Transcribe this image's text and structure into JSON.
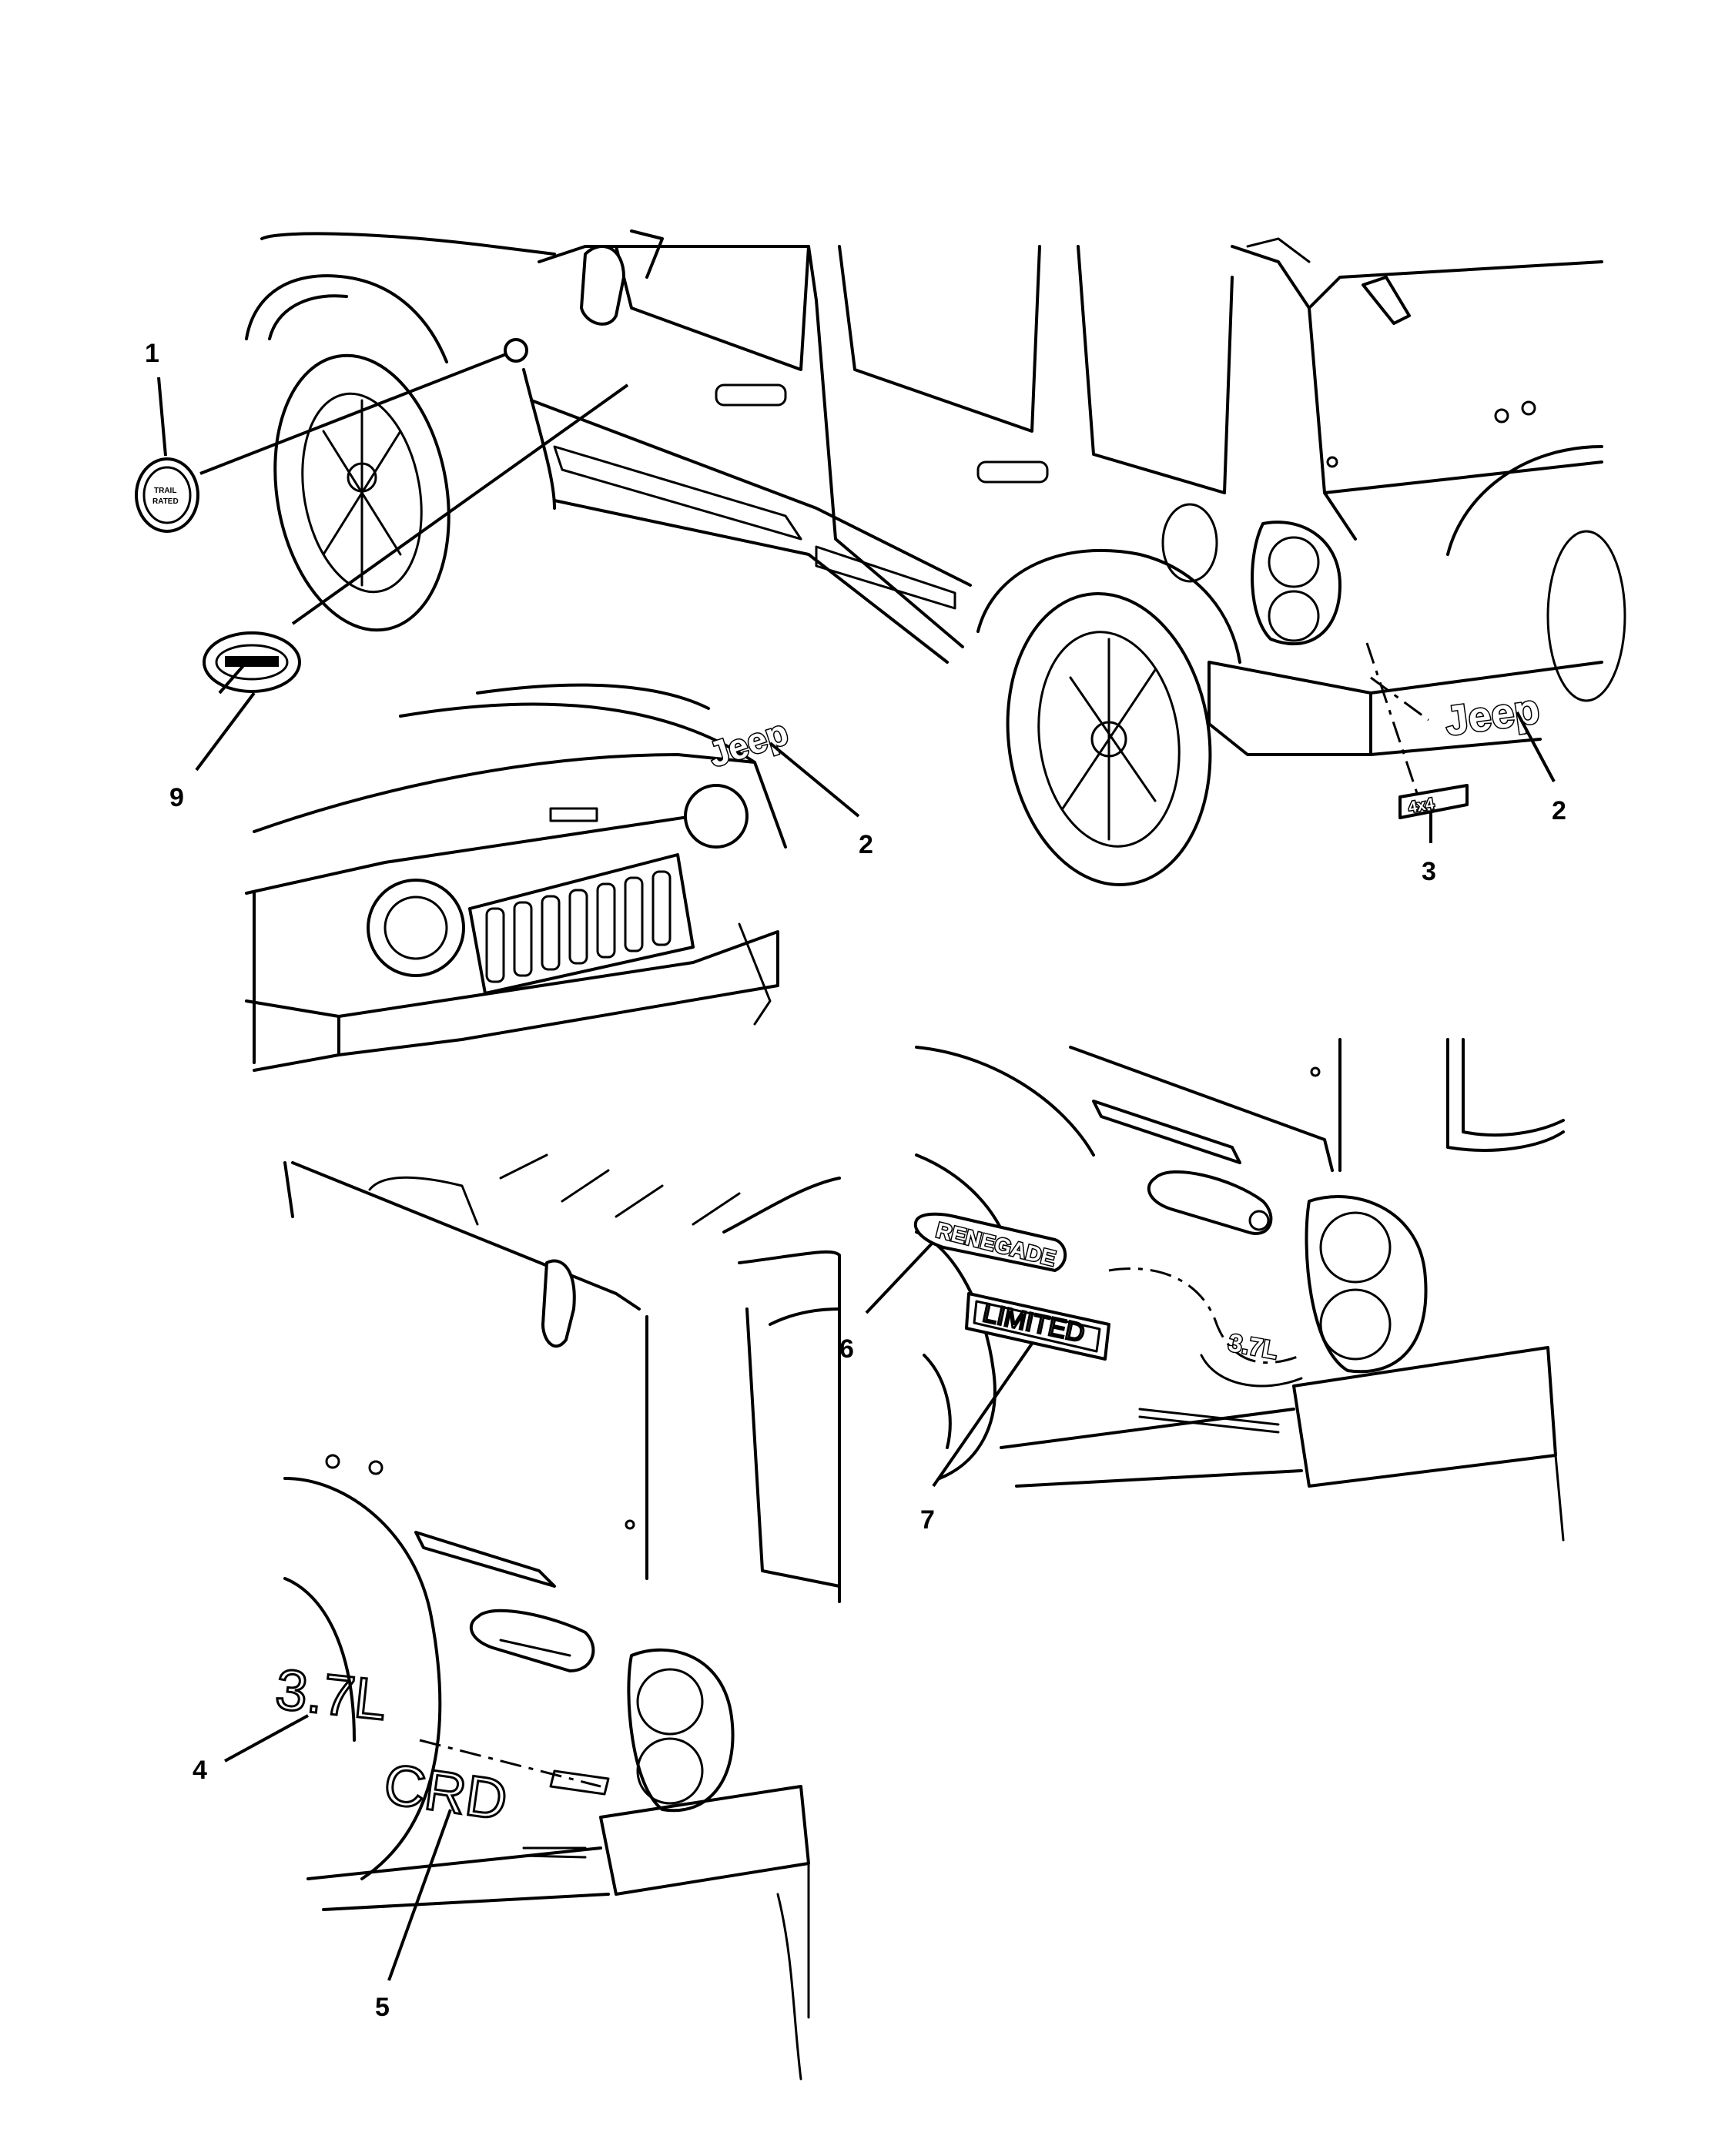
{
  "callouts": [
    {
      "id": "1",
      "label": "1"
    },
    {
      "id": "2a",
      "label": "2"
    },
    {
      "id": "2b",
      "label": "2"
    },
    {
      "id": "3",
      "label": "3"
    },
    {
      "id": "4",
      "label": "4"
    },
    {
      "id": "5",
      "label": "5"
    },
    {
      "id": "6",
      "label": "6"
    },
    {
      "id": "7",
      "label": "7"
    },
    {
      "id": "9",
      "label": "9"
    }
  ],
  "badges": {
    "jeep_hood": "Jeep",
    "jeep_rear": "Jeep",
    "renegade": "RENEGADE",
    "limited": "LIMITED",
    "engine_37": "3.7L",
    "engine_37_large": "3.7L",
    "crd": "CRD",
    "four_by_four": "4x4"
  }
}
